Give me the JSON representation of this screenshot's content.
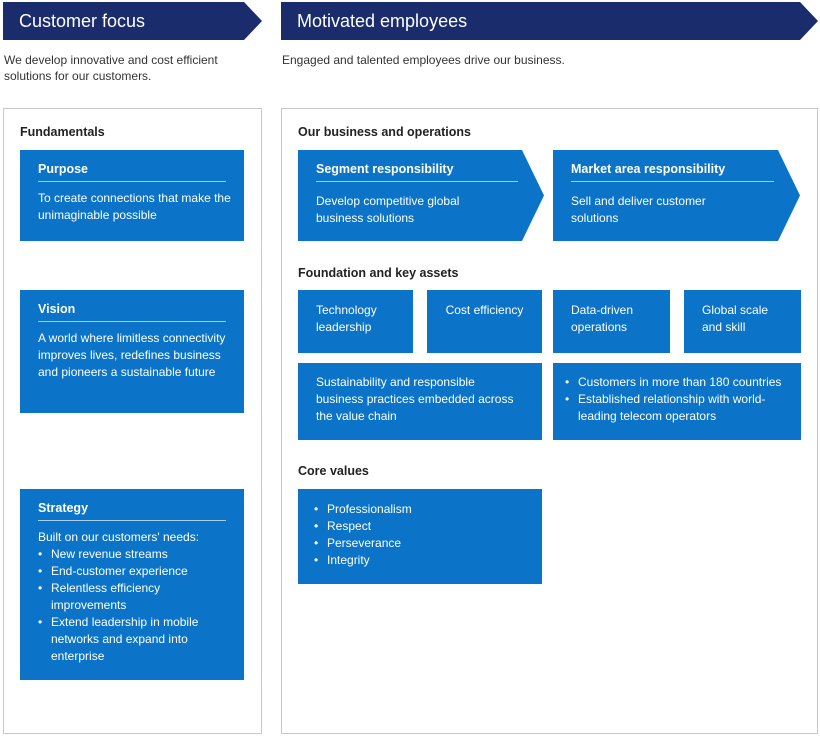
{
  "banners": {
    "customer_focus": "Customer focus",
    "motivated_employees": "Motivated employees"
  },
  "intro": {
    "customer_focus": "We develop innovative and cost efficient solutions for our customers.",
    "motivated_employees": "Engaged and talented employees drive our business."
  },
  "fundamentals": {
    "title": "Fundamentals",
    "purpose": {
      "title": "Purpose",
      "text": "To create connections that make the unimaginable possible"
    },
    "vision": {
      "title": "Vision",
      "text": "A world where limitless connectivity improves lives, redefines business and pioneers a sustainable future"
    },
    "strategy": {
      "title": "Strategy",
      "intro": "Built on our customers' needs:",
      "items": [
        "New revenue streams",
        "End-customer experience",
        "Relentless efficiency improvements",
        "Extend leadership in mobile networks and expand into enterprise"
      ]
    }
  },
  "operations": {
    "title": "Our business and operations",
    "segment": {
      "title": "Segment responsibility",
      "text": "Develop competitive global business solutions"
    },
    "market": {
      "title": "Market area responsibility",
      "text": "Sell and deliver customer solutions"
    }
  },
  "foundation": {
    "title": "Foundation and key assets",
    "tiles": [
      "Technology leadership",
      "Cost efficiency",
      "Data-driven operations",
      "Global scale and skill"
    ],
    "sustainability": "Sustainability and responsible business practices embedded across the value chain",
    "reach": [
      "Customers in more than 180 countries",
      "Established relationship with world-leading telecom operators"
    ]
  },
  "core_values": {
    "title": "Core values",
    "items": [
      "Professionalism",
      "Respect",
      "Perseverance",
      "Integrity"
    ]
  },
  "colors": {
    "banner": "#1a2c6b",
    "box": "#0b74c8",
    "panel_border": "#c8c8c8"
  }
}
